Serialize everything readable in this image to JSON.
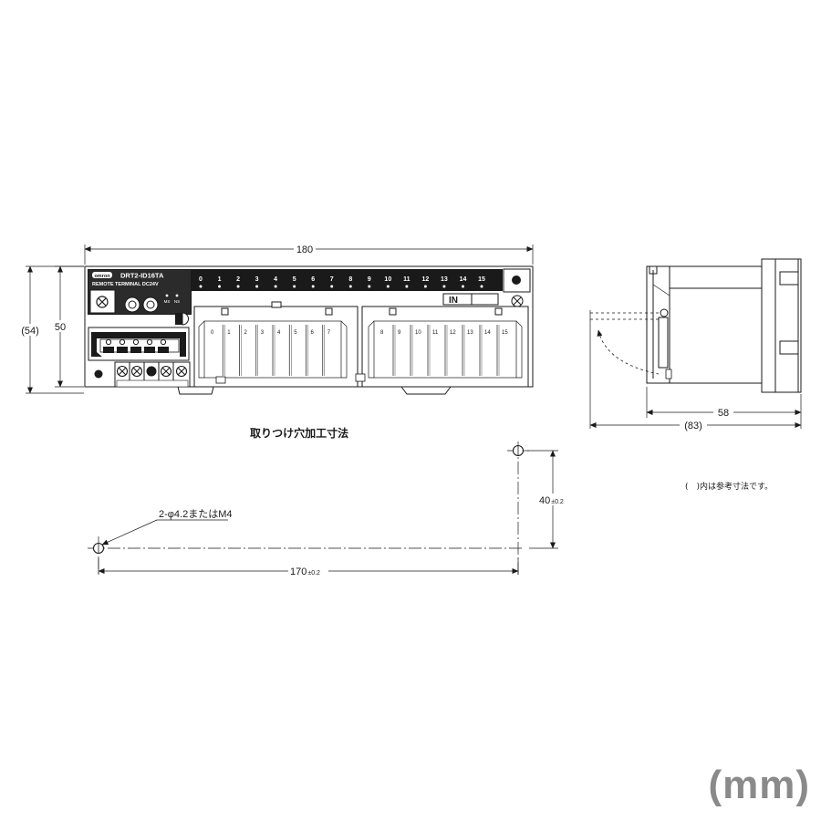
{
  "front_view": {
    "width_dim": "180",
    "height_outer_dim": "(54)",
    "height_inner_dim": "50",
    "brand": "omron",
    "model": "DRT2-ID16TA",
    "subtitle": "REMOTE TERMINAL DC24V",
    "led_ms": "MS",
    "led_ns": "NS",
    "channels": [
      "0",
      "1",
      "2",
      "3",
      "4",
      "5",
      "6",
      "7",
      "8",
      "9",
      "10",
      "11",
      "12",
      "13",
      "14",
      "15"
    ],
    "in_label": "IN",
    "slots_left": [
      "0",
      "1",
      "2",
      "3",
      "4",
      "5",
      "6",
      "7"
    ],
    "slots_right": [
      "8",
      "9",
      "10",
      "11",
      "12",
      "13",
      "14",
      "15"
    ]
  },
  "side_view": {
    "depth_dim": "58",
    "depth_total_dim": "(83)"
  },
  "mounting": {
    "title": "取りつけ穴加工寸法",
    "hole_label": "2-φ4.2またはM4",
    "width_dim": "170",
    "width_tol": "±0.2",
    "height_dim": "40",
    "height_tol": "±0.2"
  },
  "note": "(　)内は参考寸法です。",
  "unit": "(mm)"
}
